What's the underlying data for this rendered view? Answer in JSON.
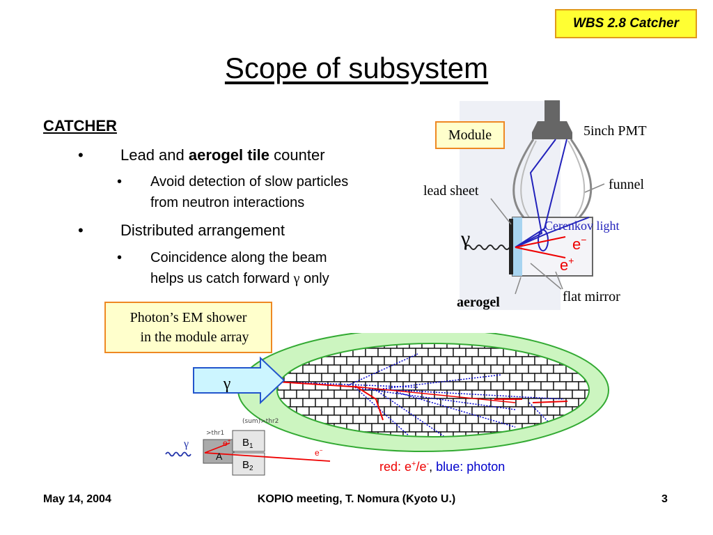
{
  "badge": "WBS 2.8 Catcher",
  "title": "Scope of subsystem",
  "heading": "CATCHER",
  "bullets": [
    {
      "prefix": "Lead and ",
      "bold": "aerogel tile",
      "suffix": " counter",
      "sub": [
        "Avoid detection of slow particles",
        "from neutron interactions"
      ]
    },
    {
      "text": "Distributed arrangement",
      "sub_line1": "Coincidence along the beam",
      "sub_line2_prefix": "helps us catch forward ",
      "sub_line2_symbol": "γ",
      "sub_line2_suffix": " only"
    }
  ],
  "callout": {
    "line1": "Photon’s EM shower",
    "line2": "in the module array"
  },
  "module_diagram": {
    "module_label": "Module",
    "pmt": "5inch PMT",
    "funnel": "funnel",
    "lead_sheet": "lead sheet",
    "cerenkov": "Cerenkov light",
    "electron": "e",
    "positron": "e",
    "gamma": "γ",
    "aerogel": "aerogel",
    "mirror": "flat mirror"
  },
  "array_diagram": {
    "arrow_label": "γ"
  },
  "small_diagram": {
    "sum_label": "(sum)>thr2",
    "thr1_label": ">thr1",
    "gamma": "γ",
    "a_label": "A",
    "b1_label": "B",
    "b1_sub": "1",
    "b2_label": "B",
    "b2_sub": "2",
    "electron_plus": "e",
    "electron_minus": "e"
  },
  "legend": {
    "red_text": "red: e",
    "plus": "+",
    "slash": "/e",
    "minus": "-",
    "comma": ",",
    "blue_text": " blue: photon"
  },
  "colors": {
    "red": "#ee0000",
    "blue": "#0000cc",
    "badge_bg": "#ffff33",
    "callout_bg": "#ffffcc",
    "callout_border": "#ee8822",
    "ellipse_fill": "#ccf5c0",
    "ellipse_stroke": "#33aa33"
  },
  "footer": {
    "date": "May 14, 2004",
    "center": "KOPIO meeting, T. Nomura (Kyoto U.)",
    "page": "3"
  }
}
